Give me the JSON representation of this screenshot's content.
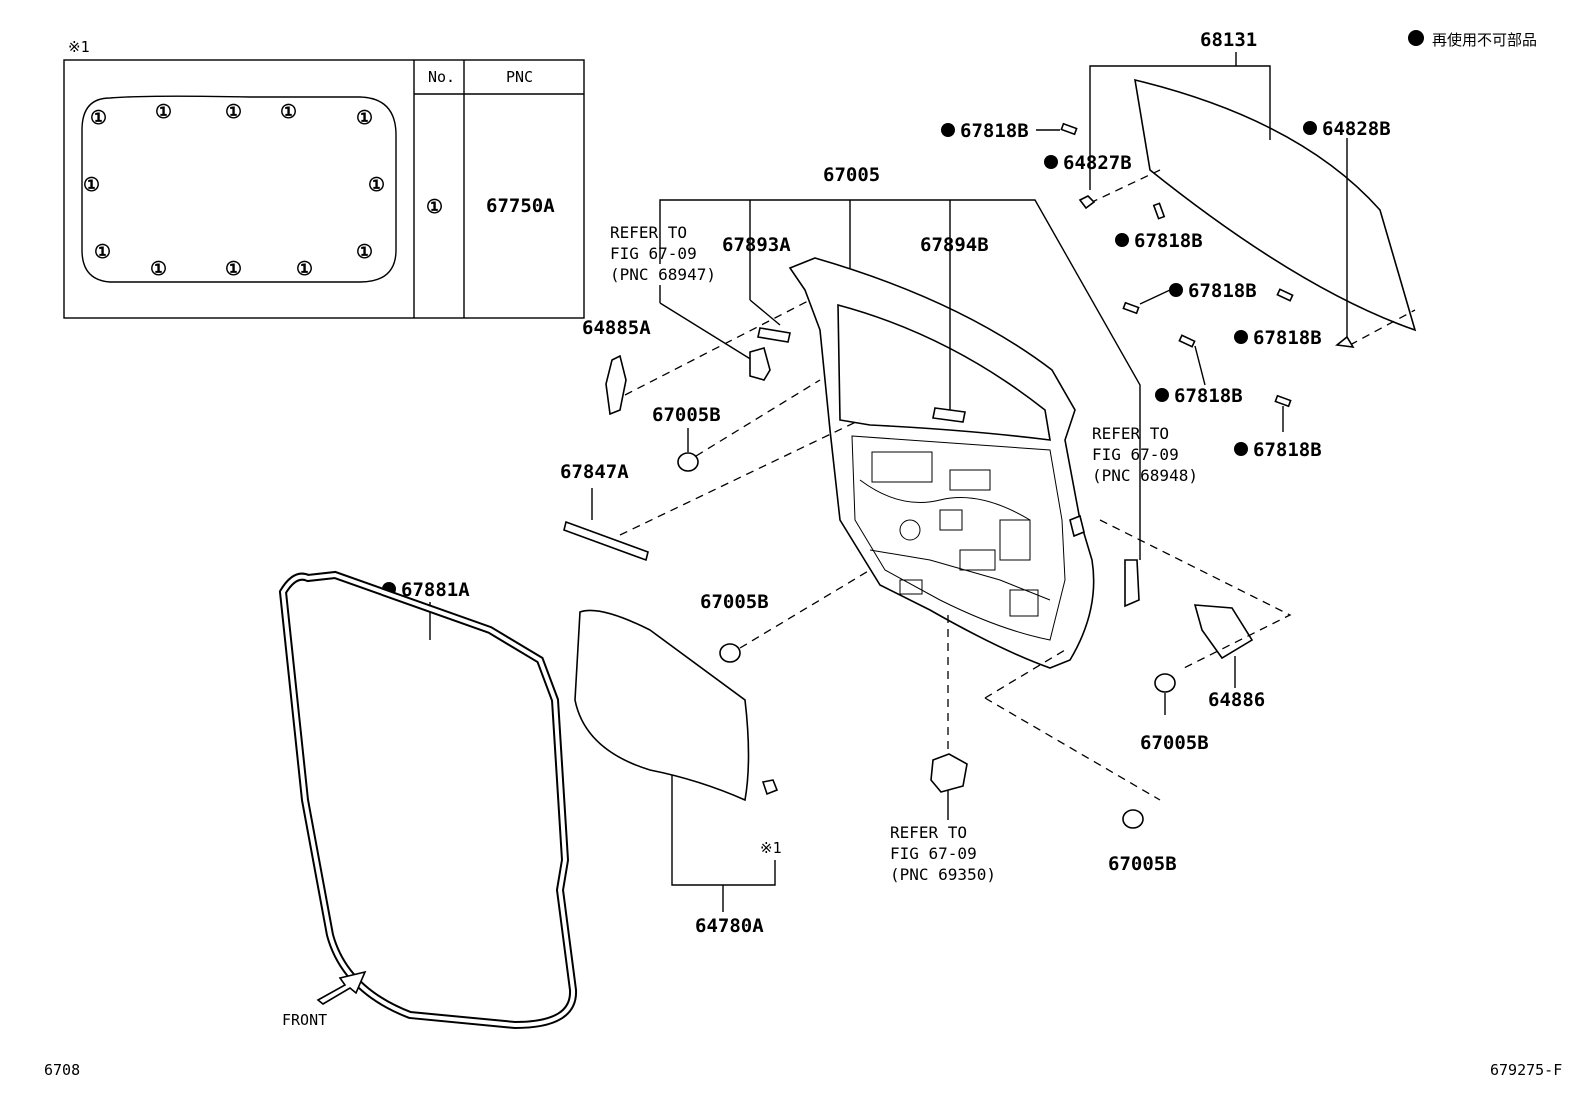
{
  "legend": {
    "marker": "●",
    "text": "再使用不可部品"
  },
  "inset": {
    "note_mark": "※1",
    "table": {
      "col_no": "No.",
      "col_pnc": "PNC",
      "row_no": "①",
      "row_pnc": "67750A"
    },
    "clip_marker": "①"
  },
  "labels": {
    "p68131": "68131",
    "p64828B": "64828B",
    "p64827B": "64827B",
    "p67818B_1": "67818B",
    "p67818B_2": "67818B",
    "p67818B_3": "67818B",
    "p67818B_4": "67818B",
    "p67818B_5": "67818B",
    "p67818B_6": "67818B",
    "p67005": "67005",
    "p67893A": "67893A",
    "p67894B": "67894B",
    "p64885A": "64885A",
    "p67005B_1": "67005B",
    "p67005B_2": "67005B",
    "p67005B_3": "67005B",
    "p67005B_4": "67005B",
    "p67847A": "67847A",
    "p67881A": "67881A",
    "p64886": "64886",
    "p64780A": "64780A",
    "note_1": "※1",
    "front": "FRONT"
  },
  "refer_blocks": {
    "r1": {
      "line1": "REFER TO",
      "line2": "FIG 67-09",
      "line3": "(PNC 68947)"
    },
    "r2": {
      "line1": "REFER TO",
      "line2": "FIG 67-09",
      "line3": "(PNC 68948)"
    },
    "r3": {
      "line1": "REFER TO",
      "line2": "FIG 67-09",
      "line3": "(PNC 69350)"
    }
  },
  "footer": {
    "left": "6708",
    "right": "679275-F"
  }
}
